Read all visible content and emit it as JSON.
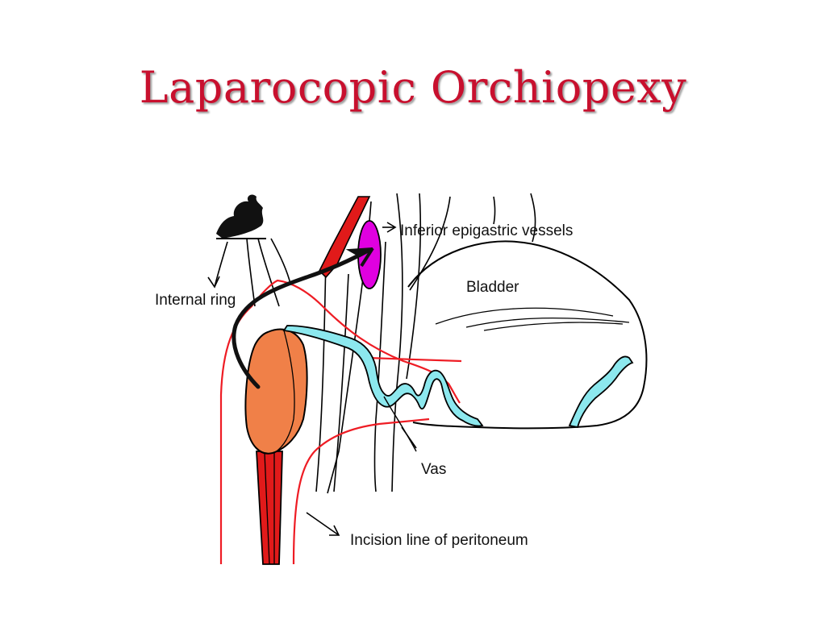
{
  "title": "Laparocopic Orchiopexy",
  "labels": {
    "inferior_epigastric": "Inferior epigastric vessels",
    "bladder": "Bladder",
    "internal_ring": "Internal ring",
    "vas": "Vas",
    "incision": "Incision line of peritoneum"
  },
  "colors": {
    "title": "#c8102e",
    "vessel_red": "#e11a1a",
    "incision_red": "#ee1c24",
    "testis": "#f08048",
    "epigastric_magenta": "#e000e0",
    "vas_cyan": "#8ce8ee"
  }
}
